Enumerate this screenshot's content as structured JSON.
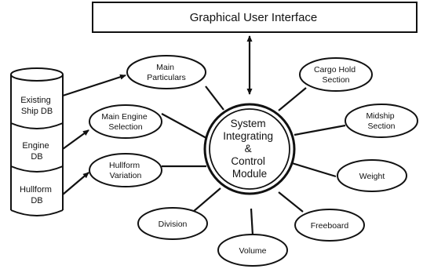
{
  "gui": {
    "label": "Graphical User Interface"
  },
  "core": {
    "lines": [
      "System",
      "Integrating",
      "&",
      "Control",
      "Module"
    ]
  },
  "databases": [
    {
      "id": "existing-ship-db",
      "lines": [
        "Existing",
        "Ship DB"
      ]
    },
    {
      "id": "engine-db",
      "lines": [
        "Engine",
        "DB"
      ]
    },
    {
      "id": "hullform-db",
      "lines": [
        "Hullform",
        "DB"
      ]
    }
  ],
  "modules": [
    {
      "id": "main-particulars",
      "lines": [
        "Main",
        "Particulars"
      ]
    },
    {
      "id": "main-engine-selection",
      "lines": [
        "Main Engine",
        "Selection"
      ]
    },
    {
      "id": "hullform-variation",
      "lines": [
        "Hullform",
        "Variation"
      ]
    },
    {
      "id": "division",
      "lines": [
        "Division"
      ]
    },
    {
      "id": "volume",
      "lines": [
        "Volume"
      ]
    },
    {
      "id": "freeboard",
      "lines": [
        "Freeboard"
      ]
    },
    {
      "id": "weight",
      "lines": [
        "Weight"
      ]
    },
    {
      "id": "midship-section",
      "lines": [
        "Midship",
        "Section"
      ]
    },
    {
      "id": "cargo-hold-section",
      "lines": [
        "Cargo Hold",
        "Section"
      ]
    }
  ],
  "colors": {
    "stroke": "#111111",
    "fill": "#ffffff",
    "text": "#111111"
  }
}
